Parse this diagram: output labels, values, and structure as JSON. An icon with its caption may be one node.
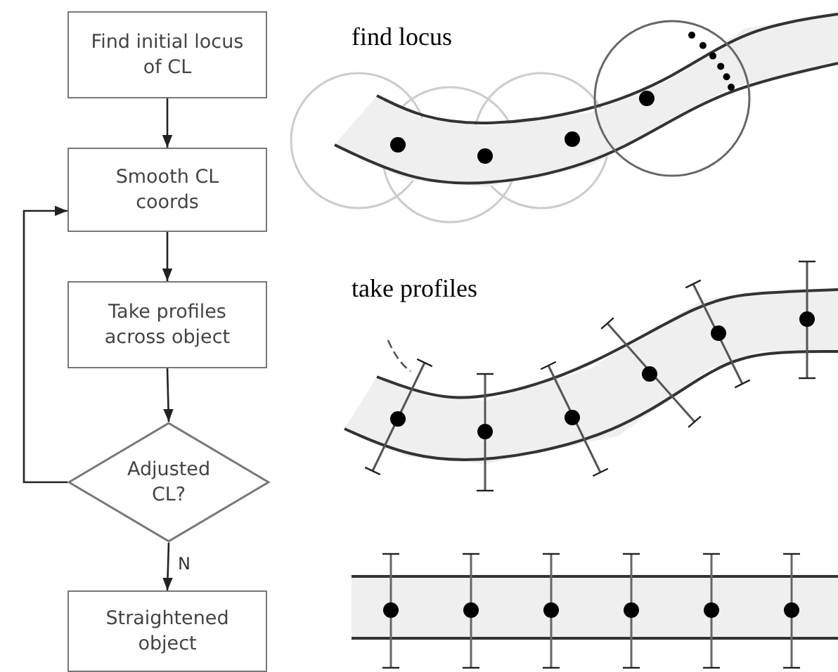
{
  "diagram": {
    "nodes": [
      {
        "text": [
          "Find initial locus of CL"
        ]
      },
      {
        "text": [
          "Smooth CL coords"
        ]
      },
      {
        "text": [
          "Take profiles across object"
        ]
      },
      {
        "text": [
          "Adjusted CL?"
        ]
      },
      {
        "text": [
          "Straightened object"
        ]
      }
    ],
    "edges": [
      {
        "from": 0,
        "to": 1,
        "arrow": "to"
      },
      {
        "from": 1,
        "to": 2,
        "arrow": "to"
      },
      {
        "from": 2,
        "to": 3,
        "arrow": "to"
      },
      {
        "from": 3,
        "to": 4,
        "arrow": "to",
        "label": "N"
      },
      {
        "from": 3,
        "to": 1,
        "arrow": "to"
      }
    ],
    "labels": [
      "find locus",
      "take profiles"
    ]
  }
}
